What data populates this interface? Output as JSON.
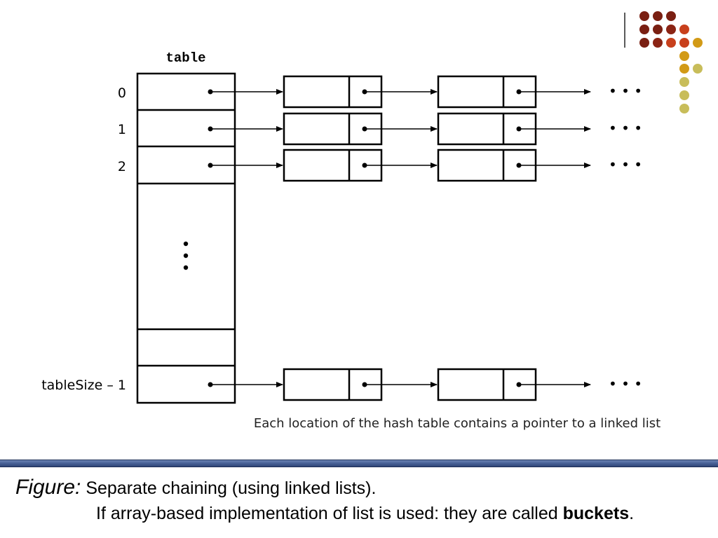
{
  "diagram": {
    "table_label": "table",
    "row_labels": [
      "0",
      "1",
      "2",
      "tableSize – 1"
    ],
    "continuation": "• • •",
    "description": "Each location of the hash table contains a pointer to a linked list"
  },
  "caption": {
    "figure_label": "Figure:",
    "line1": "Separate chaining (using linked lists).",
    "line2_prefix": "If array-based implementation of list is used: they are called ",
    "line2_bold": "buckets",
    "line2_suffix": "."
  },
  "decoration": {
    "dot_colors": [
      "#7a1f12",
      "#8b2414",
      "#c8401c",
      "#d29a16",
      "#c8bd5a",
      "#d6cc7a"
    ]
  }
}
